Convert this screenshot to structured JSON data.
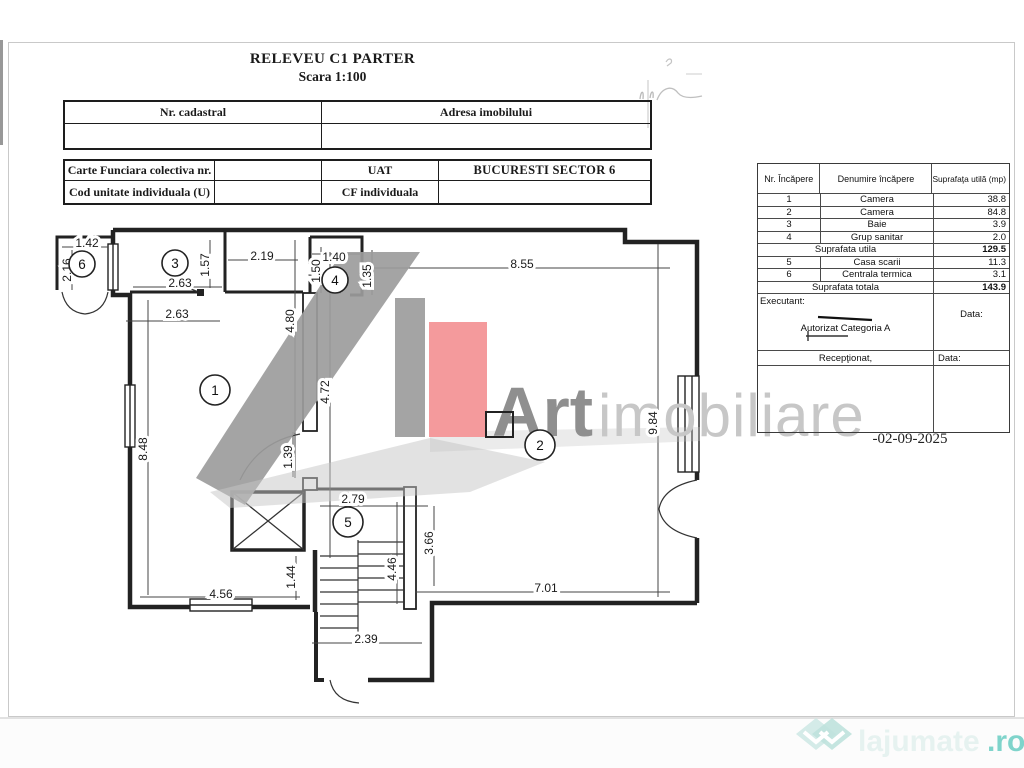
{
  "title": {
    "line1": "RELEVEU C1 PARTER",
    "line2": "Scara 1:100"
  },
  "cadastral_table": {
    "col1_header": "Nr. cadastral",
    "col2_header": "Adresa imobilului"
  },
  "cf_table": {
    "row1_label": "Carte Funciara colectiva nr.",
    "row1_mid": "UAT",
    "row1_value": "BUCURESTI SECTOR 6",
    "row2_label": "Cod unitate individuala (U)",
    "row2_mid": "CF individuala"
  },
  "room_table": {
    "headers": [
      "Nr. Încăpere",
      "Denumire încăpere",
      "Suprafaţa utilă (mp)"
    ],
    "rows": [
      {
        "nr": "1",
        "name": "Camera",
        "area": "38.8"
      },
      {
        "nr": "2",
        "name": "Camera",
        "area": "84.8"
      },
      {
        "nr": "3",
        "name": "Baie",
        "area": "3.9"
      },
      {
        "nr": "4",
        "name": "Grup sanitar",
        "area": "2.0"
      }
    ],
    "subtotal_label": "Suprafata utila",
    "subtotal_value": "129.5",
    "extra_rows": [
      {
        "nr": "5",
        "name": "Casa scarii",
        "area": "11.3"
      },
      {
        "nr": "6",
        "name": "Centrala termica",
        "area": "3.1"
      }
    ],
    "total_label": "Suprafata totala",
    "total_value": "143.9",
    "executant_label": "Executant:",
    "executant_cert": "Autorizat Categoria A",
    "data_label1": "Data:",
    "receptionat_label": "Recepţionat,",
    "data_label2": "Data:"
  },
  "date_stamp": "-02-09-2025",
  "plan": {
    "room_labels": [
      "1",
      "2",
      "3",
      "4",
      "5",
      "6"
    ],
    "dims": [
      "1.42",
      "2.16",
      "2.63",
      "1.57",
      "2.19",
      "2.63",
      "1.40",
      "1.50",
      "1.35",
      "8.55",
      "4.80",
      "4.72",
      "9.84",
      "8.48",
      "1.39",
      "2.79",
      "3.66",
      "4.46",
      "1.44",
      "4.56",
      "7.01",
      "2.39"
    ]
  },
  "watermarks": {
    "brand_bold": "Art",
    "brand_light": "imobiliare",
    "portal": "lajumate",
    "portal_tld": ".ro"
  },
  "colors": {
    "accent_red": "#f49a9c",
    "watermark_gray": "#9c9c9c",
    "portal_teal": "#7fd4cb"
  }
}
